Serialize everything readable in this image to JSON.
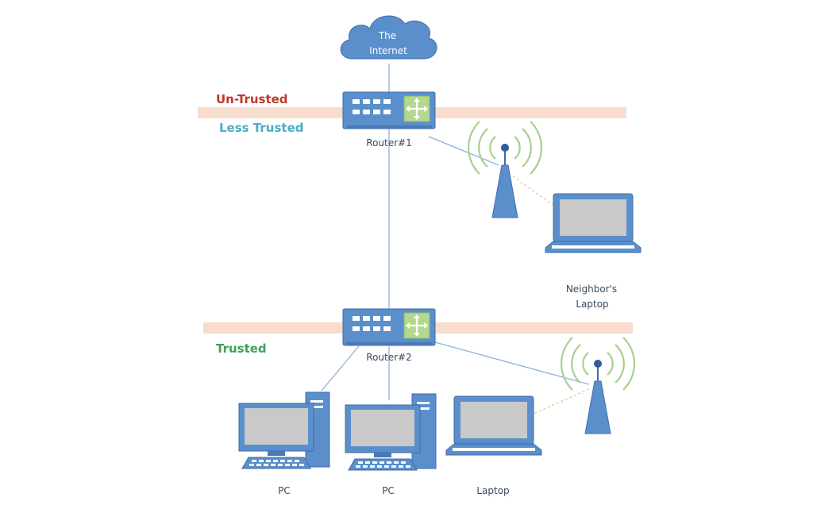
{
  "colors": {
    "device": "#5b8fcb",
    "device_dark": "#4a7ab5",
    "device_edge": "#3e6ea8",
    "screen": "#c9c9c9",
    "band": "#f8dccd",
    "link": "#8eb2dc",
    "wireless_link": "#c9d68a",
    "wifi_wave": "#a9d18e",
    "untrusted": "#c0392b",
    "less_trusted": "#4bacc6",
    "trusted": "#3aa35a",
    "label_text": "#3a4a5c"
  },
  "cloud": {
    "label_line1": "The",
    "label_line2": "Internet"
  },
  "zones": {
    "untrusted": "Un-Trusted",
    "less_trusted": "Less Trusted",
    "trusted": "Trusted"
  },
  "routers": {
    "router1": "Router#1",
    "router2": "Router#2"
  },
  "devices": {
    "neighbor_laptop_line1": "Neighbor's",
    "neighbor_laptop_line2": "Laptop",
    "pc1": "PC",
    "pc2": "PC",
    "laptop": "Laptop"
  },
  "icons": {
    "cloud": "cloud-icon",
    "router": "router-icon",
    "access_point": "wifi-antenna-icon",
    "laptop": "laptop-icon",
    "pc": "desktop-pc-icon"
  }
}
